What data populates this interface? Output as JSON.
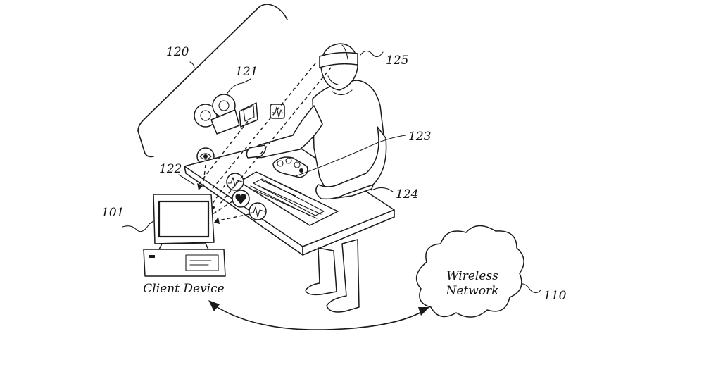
{
  "labels": {
    "client_device_ref": "101",
    "wireless_network_ref": "110",
    "sensor_group_ref": "120",
    "camera_ref": "121",
    "table_sensor_ref": "122",
    "hand_device_ref": "123",
    "workstation_ref": "124",
    "headband_ref": "125"
  },
  "captions": {
    "client_device": "Client Device",
    "wireless_line1": "Wireless",
    "wireless_line2": "Network"
  }
}
